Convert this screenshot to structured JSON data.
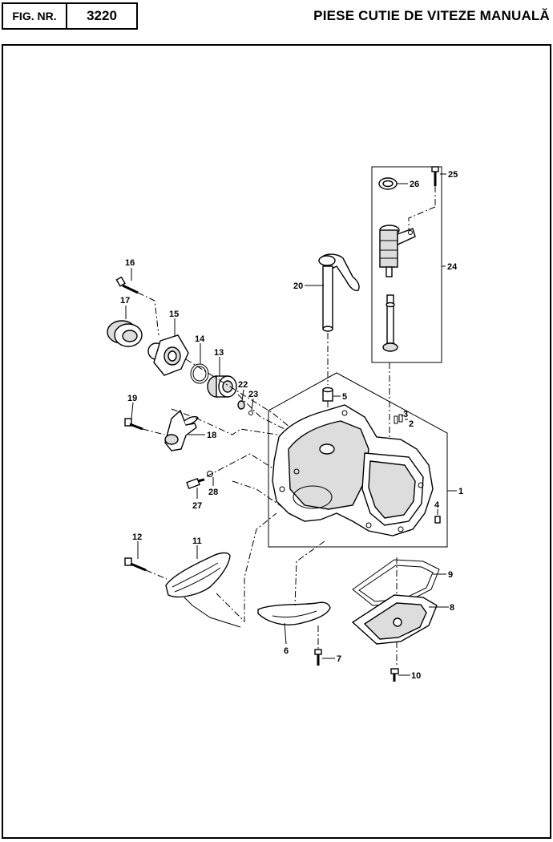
{
  "header": {
    "fig_label": "FIG. NR.",
    "fig_number": "3220",
    "title": "PIESE CUTIE DE VITEZE MANUALĂ"
  },
  "diagram": {
    "callouts": [
      "1",
      "2",
      "3",
      "4",
      "5",
      "6",
      "7",
      "8",
      "9",
      "10",
      "11",
      "12",
      "13",
      "14",
      "15",
      "16",
      "17",
      "18",
      "19",
      "20",
      "22",
      "23",
      "24",
      "25",
      "26",
      "27",
      "28"
    ]
  }
}
